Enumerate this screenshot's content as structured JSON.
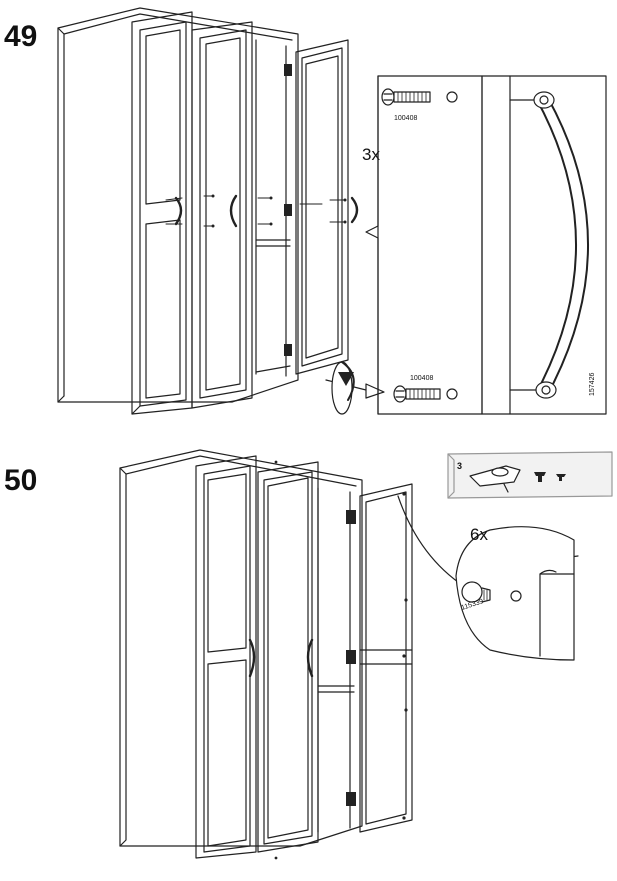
{
  "steps": [
    {
      "number": "49",
      "quantity": "3x",
      "screw_code_top": "100408",
      "screw_code_bottom": "100408",
      "handle_code": "157426"
    },
    {
      "number": "50",
      "quantity": "6x",
      "peg_code": "115339",
      "kit_count": "3"
    }
  ],
  "icons": [
    "screwdriver-icon",
    "rotation-arrow-icon",
    "screw-icon",
    "handle-icon",
    "shelf-peg-icon",
    "hinge-icon"
  ]
}
